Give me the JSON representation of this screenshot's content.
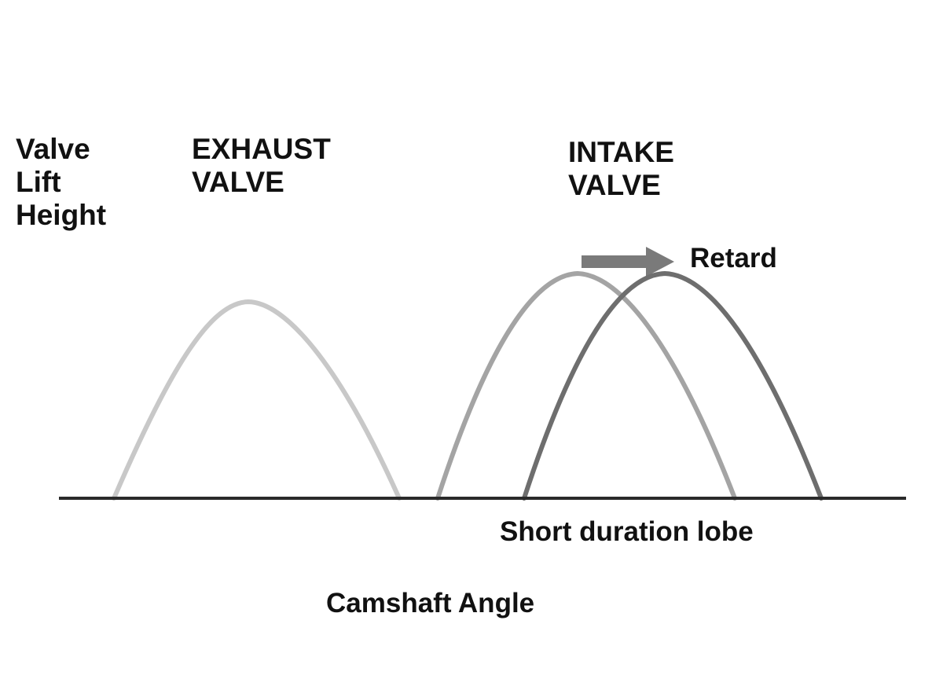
{
  "y_axis_label": [
    "Valve",
    "Lift",
    "Height"
  ],
  "x_axis_label": "Camshaft Angle",
  "exhaust_label": [
    "EXHAUST",
    "VALVE"
  ],
  "intake_label": [
    "INTAKE",
    "VALVE"
  ],
  "shift_label": "Retard",
  "lobe_label": "Short duration lobe",
  "colors": {
    "axis": "#2a2a2a",
    "exhaust": "#c8c8c8",
    "intake_original": "#a4a4a4",
    "intake_retarded": "#6e6e6e",
    "arrow": "#7a7a7a",
    "text": "#111111"
  }
}
